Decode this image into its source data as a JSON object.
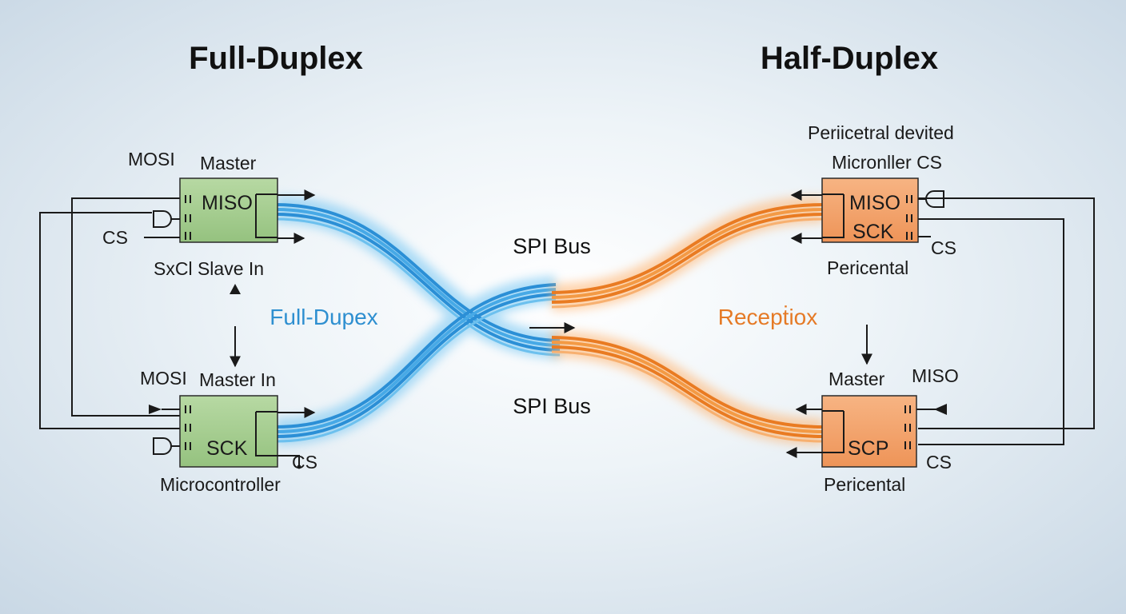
{
  "full_duplex": {
    "heading": "Full-Duplex",
    "mode_label": "Full-Dupex",
    "top_chip": {
      "label_mosi": "MOSI",
      "label_master": "Master",
      "pin": "MISO",
      "label_cs": "CS",
      "label_bottom": "SxCl Slave In"
    },
    "bottom_chip": {
      "label_mosi": "MOSI",
      "label_master": "Master In",
      "pin": "SCK",
      "label_cs": "CS",
      "label_bottom": "Microcontroller"
    }
  },
  "half_duplex": {
    "heading": "Half-Duplex",
    "mode_label": "Recepṫiox",
    "top_chip": {
      "label_top1": "Periicetral  devited",
      "label_top2": "Micronller CS",
      "pin1": "MISO",
      "pin2": "SCK",
      "label_cs": "CS",
      "label_bottom": "Pericental"
    },
    "bottom_chip": {
      "label_master": "Master",
      "label_miso": "MISO",
      "pin": "SCP",
      "label_cs": "CS",
      "label_bottom": "Pericental"
    }
  },
  "bus": {
    "top_label": "SPI Bus",
    "bottom_label": "SPI Bus"
  },
  "colors": {
    "full_duplex_accent": "#2e8fd0",
    "half_duplex_accent": "#e57a26",
    "green_chip": "#a8cf94",
    "orange_chip": "#f3a36a"
  }
}
